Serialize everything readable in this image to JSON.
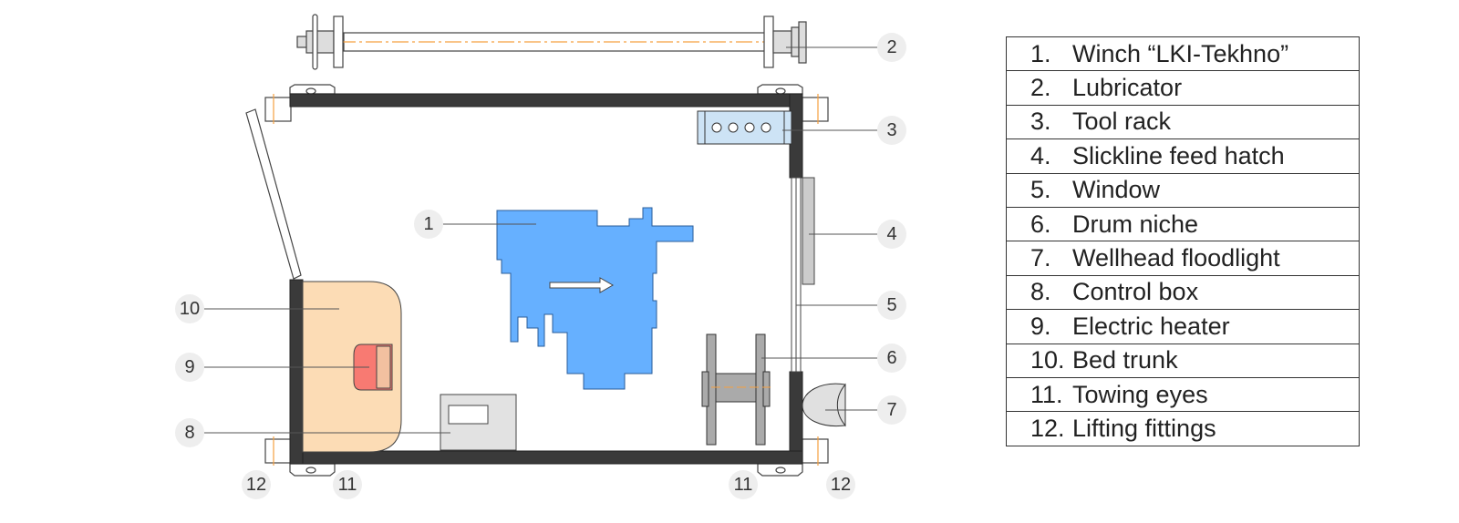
{
  "legend": [
    {
      "num": "1.",
      "label": "Winch “LKI-Tekhno”"
    },
    {
      "num": "2.",
      "label": "Lubricator"
    },
    {
      "num": "3.",
      "label": "Tool rack"
    },
    {
      "num": "4.",
      "label": "Slickline feed hatch"
    },
    {
      "num": "5.",
      "label": "Window"
    },
    {
      "num": "6.",
      "label": "Drum niche"
    },
    {
      "num": "7.",
      "label": "Wellhead floodlight"
    },
    {
      "num": "8.",
      "label": "Control box"
    },
    {
      "num": "9.",
      "label": "Electric heater"
    },
    {
      "num": "10.",
      "label": "Bed trunk"
    },
    {
      "num": "11.",
      "label": "Towing eyes"
    },
    {
      "num": "12.",
      "label": "Lifting fittings"
    }
  ],
  "callouts": {
    "c1": "1",
    "c2": "2",
    "c3": "3",
    "c4": "4",
    "c5": "5",
    "c6": "6",
    "c7": "7",
    "c8": "8",
    "c9": "9",
    "c10": "10",
    "c11a": "11",
    "c11b": "11",
    "c12a": "12",
    "c12b": "12"
  },
  "colors": {
    "winch": "#66b0ff",
    "bed": "#fcdcb5",
    "heater": "#f87a72",
    "wall": "#3a3a3a",
    "axis": "#f5a040"
  }
}
